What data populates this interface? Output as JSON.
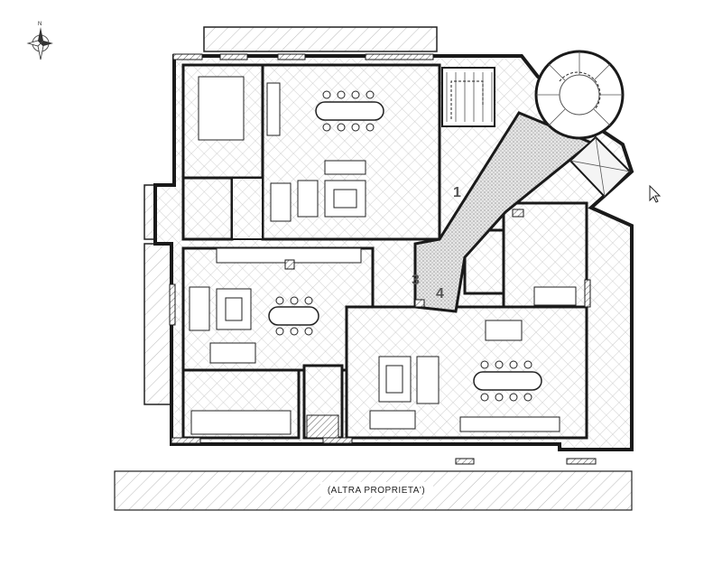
{
  "plan": {
    "units": [
      {
        "id": "unit-1",
        "label": "1"
      },
      {
        "id": "unit-3",
        "label": "3"
      },
      {
        "id": "unit-4",
        "label": "4"
      }
    ],
    "neighbor_label": "(ALTRA PROPRIETA')",
    "compass_label": "N"
  },
  "colors": {
    "wall": "#1a1a1a",
    "tile": "#b8b8b8",
    "corridor": "#d9d9d9",
    "hatch": "#9a9a9a",
    "paper": "#ffffff"
  }
}
